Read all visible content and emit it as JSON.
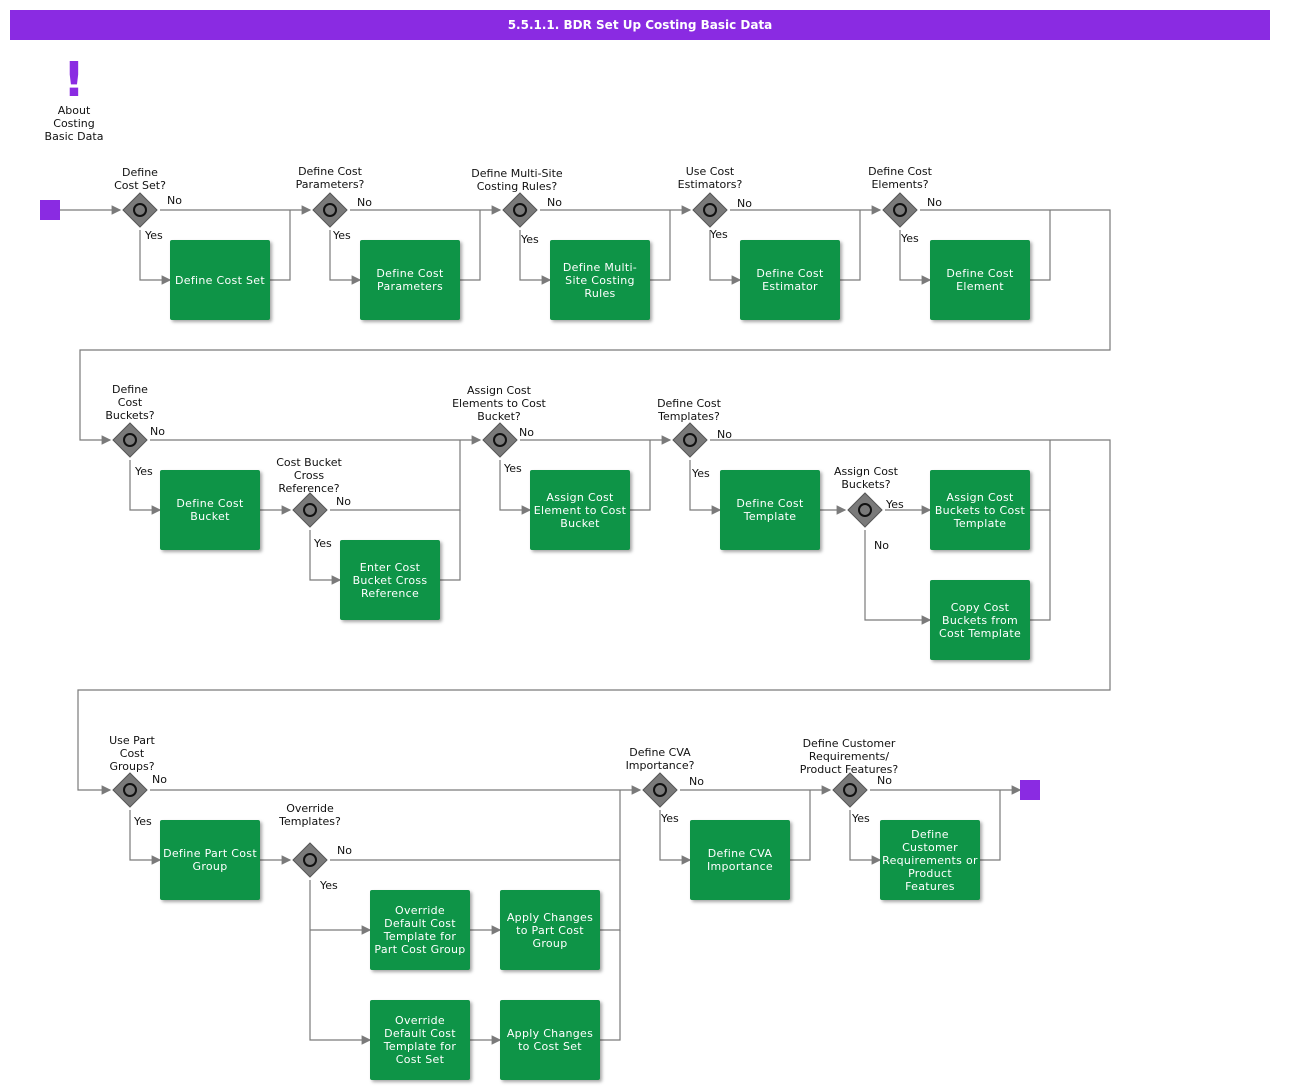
{
  "title": "5.5.1.1. BDR Set Up Costing Basic Data",
  "note": {
    "icon": "exclamation-icon",
    "label": "About\nCosting\nBasic Data"
  },
  "colors": {
    "header": "#8a2be2",
    "task": "#0e9447",
    "gateway": "#7a7a7a",
    "event": "#8a2be2"
  },
  "tasks": [
    "Define Cost Set",
    "Define Cost Parameters",
    "Define Multi-Site Costing Rules",
    "Define Cost Estimator",
    "Define Cost Element",
    "Define Cost Bucket",
    "Enter Cost Bucket Cross Reference",
    "Assign Cost Element to Cost Bucket",
    "Define Cost Template",
    "Assign Cost Buckets to Cost Template",
    "Copy Cost Buckets from Cost Template",
    "Define Part Cost Group",
    "Override Default Cost Template for Part Cost Group",
    "Apply Changes to Part Cost Group",
    "Override Default Cost Template for Cost Set",
    "Apply Changes to Cost Set",
    "Define CVA Importance",
    "Define Customer Requirements or Product Features"
  ],
  "gateways": [
    "Define\nCost Set?",
    "Define Cost\nParameters?",
    "Define Multi-Site\nCosting Rules?",
    "Use Cost\nEstimators?",
    "Define Cost\nElements?",
    "Define\nCost\nBuckets?",
    "Cost Bucket\nCross\nReference?",
    "Assign Cost\nElements to Cost\nBucket?",
    "Define Cost\nTemplates?",
    "Assign Cost\nBuckets?",
    "Use Part\nCost\nGroups?",
    "Override\nTemplates?",
    "Define CVA\nImportance?",
    "Define Customer\nRequirements/\nProduct Features?"
  ],
  "flow_labels": {
    "yes": "Yes",
    "no": "No"
  }
}
